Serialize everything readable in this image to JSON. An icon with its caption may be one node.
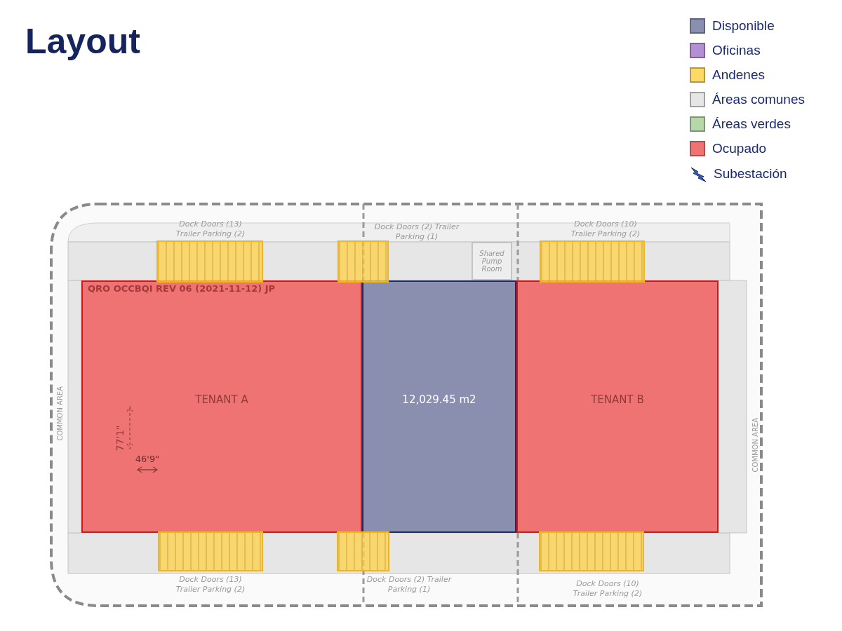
{
  "diagram": {
    "title": "Layout",
    "nodes": [
      {
        "text": [
          "TENANT A"
        ]
      },
      {
        "text": [
          "12,029.45 m2"
        ]
      },
      {
        "text": [
          "TENANT B"
        ]
      },
      {
        "text": [
          "Shared Pump Room"
        ]
      },
      {
        "text": [
          "COMMON AREA"
        ]
      },
      {
        "text": [
          "COMMON AREA"
        ]
      },
      {
        "text": [],
        "shape": "box",
        "beside": [
          "Dock Doors (13) Trailer Parking (2)"
        ]
      },
      {
        "text": [],
        "shape": "box",
        "beside": [
          "Dock Doors (2) Trailer Parking (1)"
        ]
      },
      {
        "text": [],
        "shape": "box",
        "beside": [
          "Dock Doors (10) Trailer Parking (2)"
        ]
      },
      {
        "text": [],
        "shape": "box",
        "beside": [
          "Dock Doors (13) Trailer Parking (2)"
        ]
      },
      {
        "text": [],
        "shape": "box",
        "beside": [
          "Dock Doors (2) Trailer Parking (1)"
        ]
      },
      {
        "text": [],
        "shape": "box",
        "beside": [
          "Dock Doors (10) Trailer Parking (2)"
        ]
      }
    ],
    "edges": [],
    "labels": [
      "QRO OCCBQI REV 06 (2021-11-12) JP",
      "77'1\"",
      "46'9\""
    ],
    "legend": [
      {
        "text": "Disponible",
        "color": "#8a8fb0"
      },
      {
        "text": "Oficinas",
        "color": "#b48fd6"
      },
      {
        "text": "Andenes",
        "color": "#ffd966"
      },
      {
        "text": "Áreas comunes",
        "color": "#e6e6e6"
      },
      {
        "text": "Áreas verdes",
        "color": "#b6d7a8"
      },
      {
        "text": "Ocupado",
        "color": "#f07373"
      },
      {
        "text": "Subestación"
      }
    ]
  }
}
